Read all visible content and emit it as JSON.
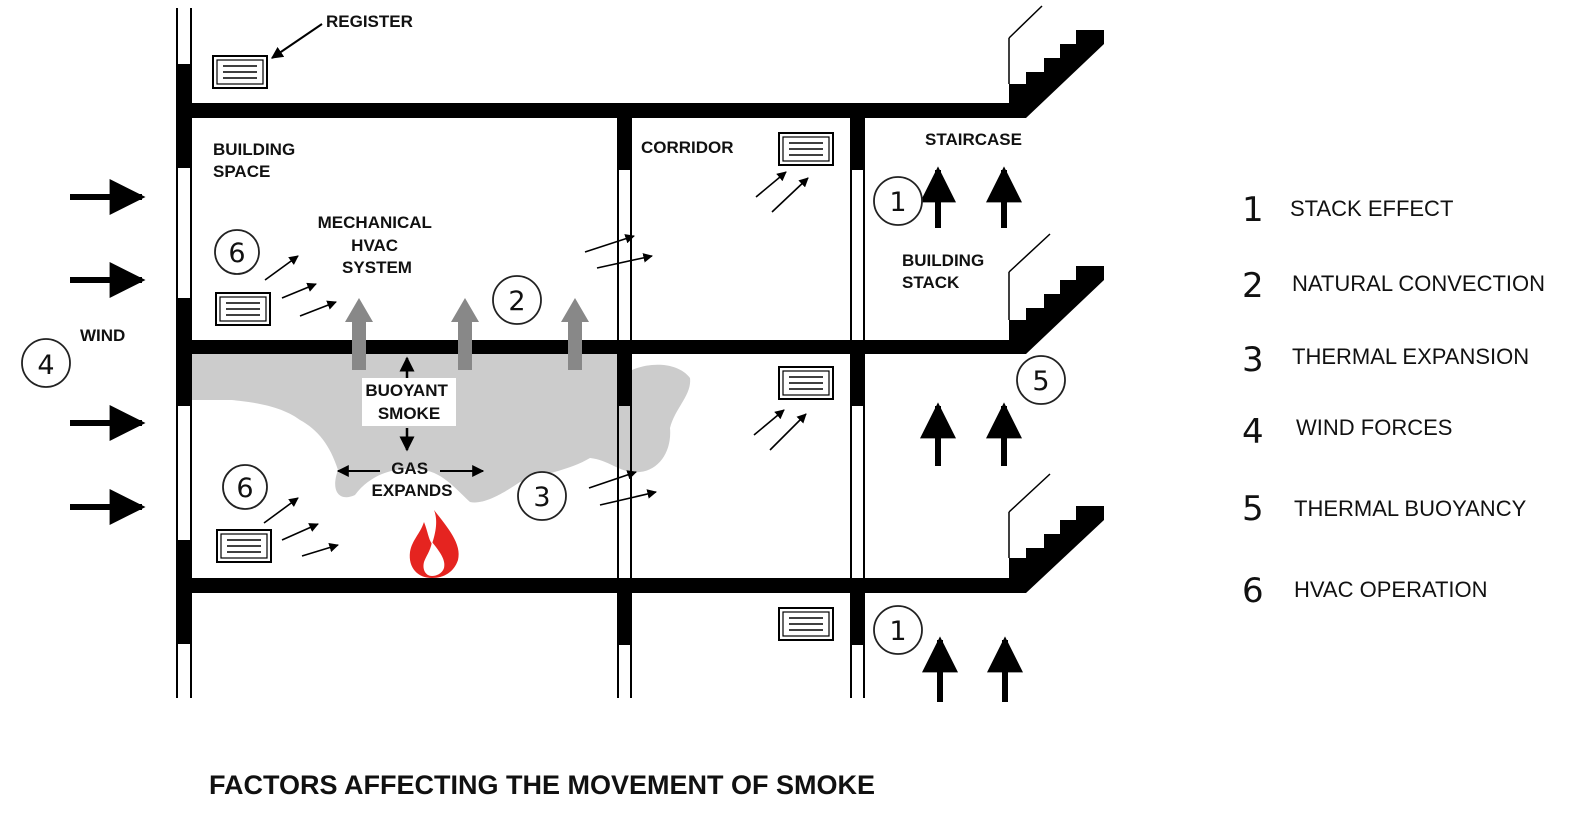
{
  "labels": {
    "register": "REGISTER",
    "building_space": [
      "BUILDING",
      "SPACE"
    ],
    "corridor": "CORRIDOR",
    "staircase": "STAIRCASE",
    "mechanical_hvac": [
      "MECHANICAL",
      "HVAC",
      "SYSTEM"
    ],
    "building_stack": [
      "BUILDING",
      "STACK"
    ],
    "wind": "WIND",
    "buoyant_smoke": [
      "BUOYANT",
      "SMOKE"
    ],
    "gas_expands": [
      "GAS",
      "EXPANDS"
    ]
  },
  "markers": {
    "stack_top": "1",
    "stack_bottom": "1",
    "convection": "2",
    "expansion": "3",
    "wind": "4",
    "buoyancy": "5",
    "hvac_upper": "6",
    "hvac_lower": "6"
  },
  "legend": [
    {
      "num": "1",
      "text": "STACK EFFECT"
    },
    {
      "num": "2",
      "text": "NATURAL CONVECTION"
    },
    {
      "num": "3",
      "text": "THERMAL EXPANSION"
    },
    {
      "num": "4",
      "text": "WIND FORCES"
    },
    {
      "num": "5",
      "text": "THERMAL BUOYANCY"
    },
    {
      "num": "6",
      "text": "HVAC OPERATION"
    }
  ],
  "caption": "FACTORS AFFECTING THE MOVEMENT OF SMOKE",
  "colors": {
    "wall": "#000000",
    "smoke": "#cccccc",
    "convection_arrow": "#888888",
    "flame": "#e52420"
  }
}
